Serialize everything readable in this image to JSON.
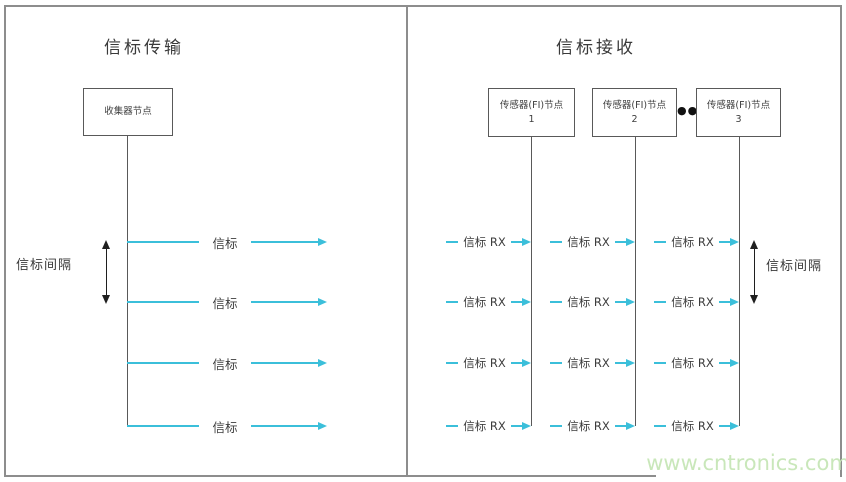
{
  "left_panel": {
    "title": "信标传输",
    "collector_node_label": "收集器节点",
    "beacon_label": "信标",
    "interval_label": "信标间隔"
  },
  "right_panel": {
    "title": "信标接收",
    "sensor_node_label": "传感器(FI)节点",
    "sensor_node_numbers": [
      "1",
      "2",
      "3"
    ],
    "ellipsis": "●●",
    "beacon_rx_label": "信标 RX",
    "interval_label": "信标间隔"
  },
  "watermark": {
    "text": "www.cntronics.com"
  },
  "colors": {
    "beacon_cyan": "#3bbfda",
    "line_gray": "#595959",
    "border_gray": "#8d8d8d",
    "text_dark": "#3d3d3d",
    "watermark_green": "#c9e7ba"
  }
}
